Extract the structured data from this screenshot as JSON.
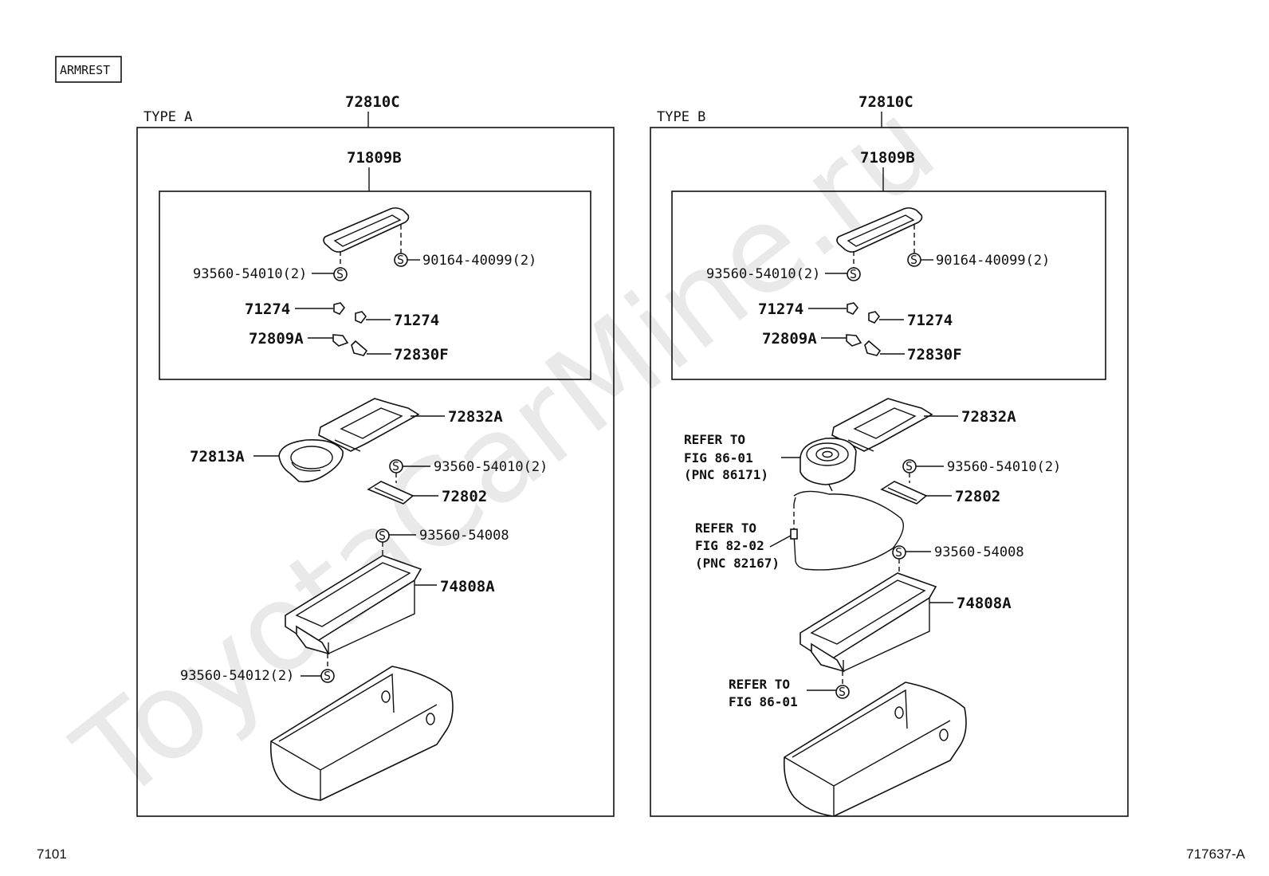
{
  "header": {
    "section_tag": "ARMREST"
  },
  "watermark": "ToyotaCarMine.ru",
  "footer": {
    "page_number": "7101",
    "diagram_id": "717637-A"
  },
  "type_a": {
    "type_label": "TYPE A",
    "assembly": "72810C",
    "sub_assembly": "71809B",
    "lid_screw_left": "93560-54010(2)",
    "lid_screw_right": "90164-40099(2)",
    "clip_left": "71274",
    "clip_right": "71274",
    "hinge_left": "72809A",
    "hinge_right": "72830F",
    "bracket": "72832A",
    "cup_holder": "72813A",
    "bracket_screw": "93560-54010(2)",
    "latch": "72802",
    "tray_screw_top": "93560-54008",
    "tray": "74808A",
    "tray_screw_bottom": "93560-54012(2)"
  },
  "type_b": {
    "type_label": "TYPE B",
    "assembly": "72810C",
    "sub_assembly": "71809B",
    "lid_screw_left": "93560-54010(2)",
    "lid_screw_right": "90164-40099(2)",
    "clip_left": "71274",
    "clip_right": "71274",
    "hinge_left": "72809A",
    "hinge_right": "72830F",
    "bracket": "72832A",
    "ref_outlet_1": "REFER TO",
    "ref_outlet_2": "FIG 86-01",
    "ref_outlet_3": "(PNC 86171)",
    "bracket_screw": "93560-54010(2)",
    "latch": "72802",
    "ref_wire_1": "REFER TO",
    "ref_wire_2": "FIG 82-02",
    "ref_wire_3": "(PNC 82167)",
    "tray_screw_top": "93560-54008",
    "tray": "74808A",
    "ref_screw_1": "REFER TO",
    "ref_screw_2": "FIG 86-01"
  },
  "screw_symbol": "S"
}
